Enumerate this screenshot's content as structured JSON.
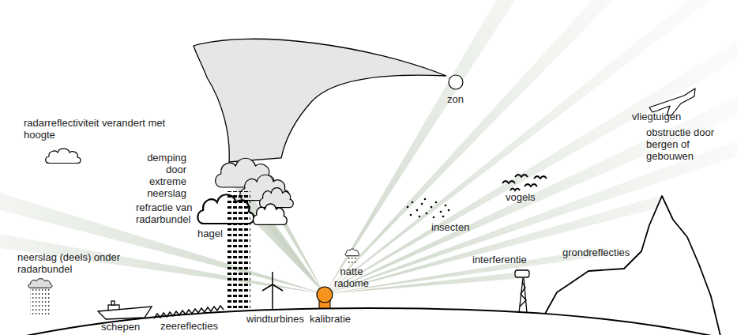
{
  "diagram": {
    "labels": [
      "radarreflectiviteit verandert met hoogte",
      "demping door extreme neerslag",
      "refractie van radarbundel",
      "hagel",
      "neerslag (deels) onder radarbundel",
      "schepen",
      "zeereflecties",
      "windturbines",
      "kalibratie",
      "natte radome",
      "zon",
      "vliegtuigen",
      "insecten",
      "vogels",
      "interferentie",
      "grondreflecties",
      "obstructie door bergen of gebouwen"
    ]
  }
}
